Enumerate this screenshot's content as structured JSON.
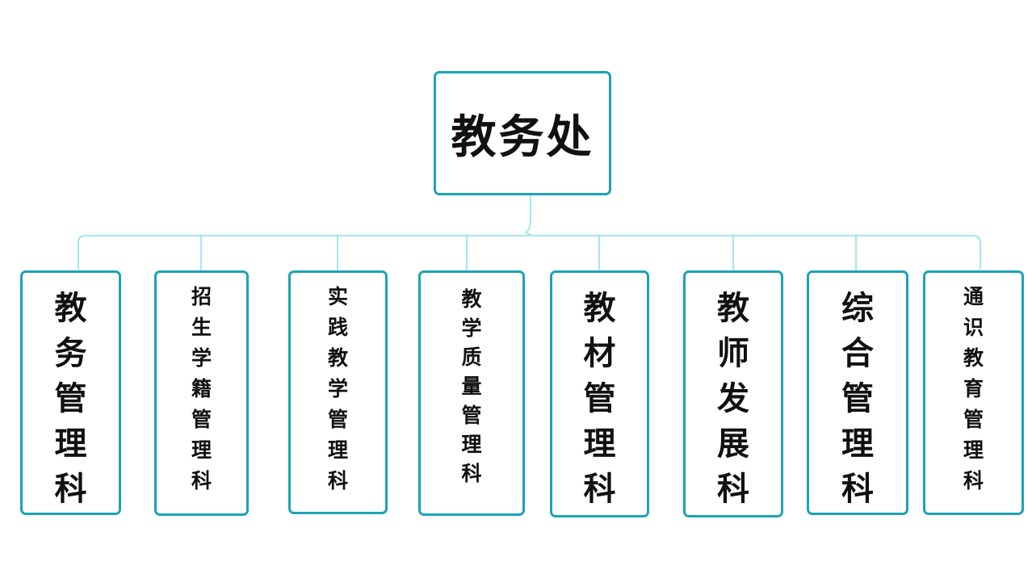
{
  "root": {
    "label": "教务处"
  },
  "departments": [
    {
      "chars": [
        "教",
        "务",
        "管",
        "理",
        "科"
      ]
    },
    {
      "chars": [
        "招",
        "生",
        "学",
        "籍",
        "管",
        "理",
        "科"
      ]
    },
    {
      "chars": [
        "实",
        "践",
        "教",
        "学",
        "管",
        "理",
        "科"
      ]
    },
    {
      "chars": [
        "教",
        "学",
        "质",
        "量",
        "管",
        "理",
        "科"
      ]
    },
    {
      "chars": [
        "教",
        "材",
        "管",
        "理",
        "科"
      ]
    },
    {
      "chars": [
        "教",
        "师",
        "发",
        "展",
        "科"
      ]
    },
    {
      "chars": [
        "综",
        "合",
        "管",
        "理",
        "科"
      ]
    },
    {
      "chars": [
        "通",
        "识",
        "教",
        "育",
        "管",
        "理",
        "科"
      ]
    }
  ],
  "colors": {
    "border": "#1ba3b5",
    "connector": "#7fe3ea",
    "text": "#111111"
  }
}
